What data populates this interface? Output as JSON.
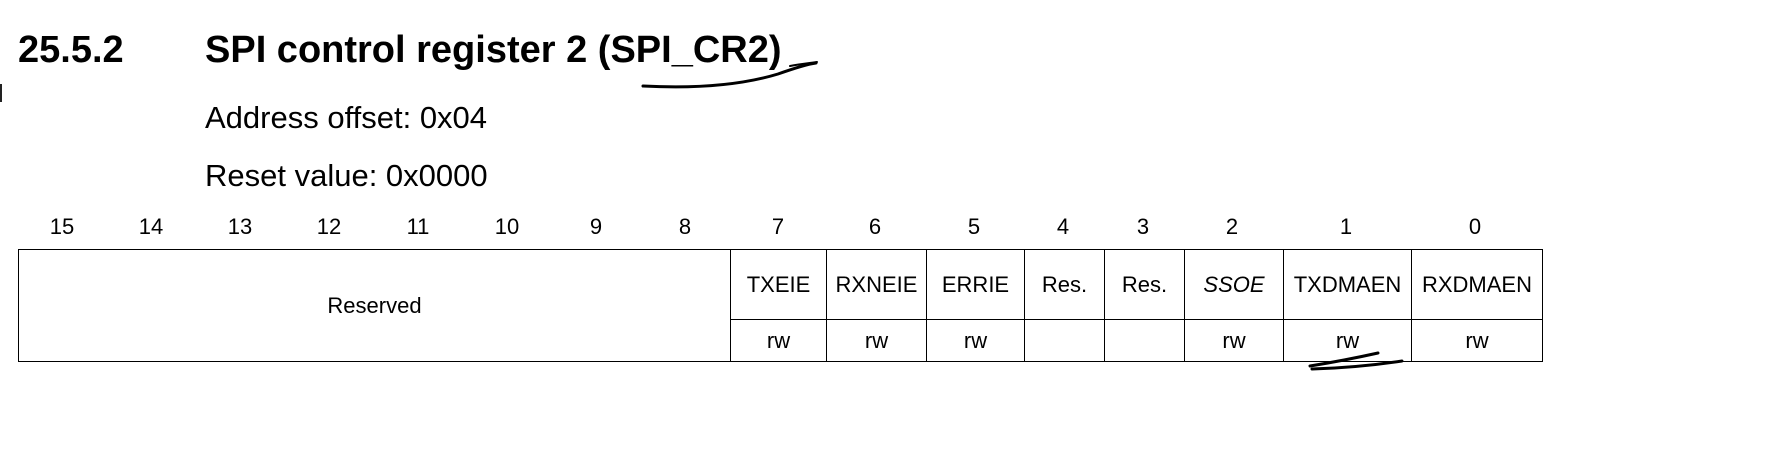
{
  "section": {
    "number": "25.5.2",
    "title": "SPI control register 2 (SPI_CR2)"
  },
  "meta": {
    "address_offset": "Address offset: 0x04",
    "reset_value": "Reset value: 0x0000"
  },
  "bit_numbers": [
    "15",
    "14",
    "13",
    "12",
    "11",
    "10",
    "9",
    "8",
    "7",
    "6",
    "5",
    "4",
    "3",
    "2",
    "1",
    "0"
  ],
  "register": {
    "reserved_label": "Reserved",
    "fields": [
      {
        "name": "TXEIE",
        "access": "rw"
      },
      {
        "name": "RXNEIE",
        "access": "rw"
      },
      {
        "name": "ERRIE",
        "access": "rw"
      },
      {
        "name": "Res.",
        "access": ""
      },
      {
        "name": "Res.",
        "access": ""
      },
      {
        "name": "SSOE",
        "access": "rw"
      },
      {
        "name": "TXDMAEN",
        "access": "rw"
      },
      {
        "name": "RXDMAEN",
        "access": "rw"
      }
    ]
  },
  "annotations": {
    "ink_color": "#000000"
  }
}
